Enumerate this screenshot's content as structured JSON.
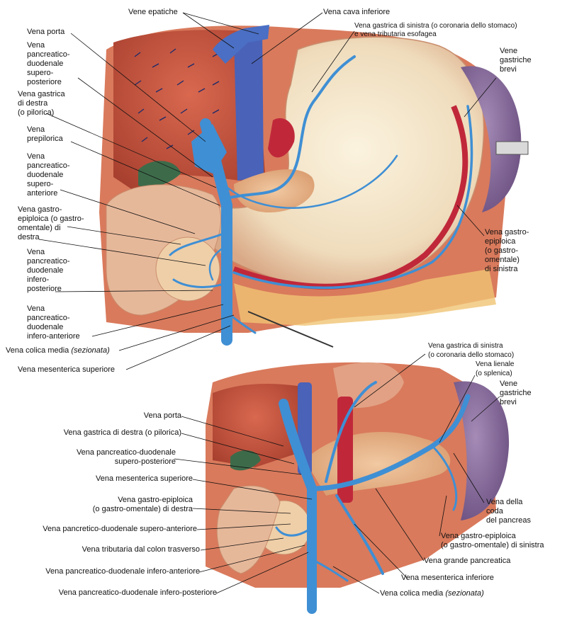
{
  "top": {
    "labels": {
      "vene_epatiche": "Vene epatiche",
      "vena_cava_inferiore": "Vena cava inferiore",
      "vena_gastrica_sinistra": "Vena gastrica di sinistra (o coronaria dello stomaco)",
      "vena_tributaria_esofagea": "e vena tributaria esofagea",
      "vene_gastriche_brevi": [
        "Vene",
        "gastriche",
        "brevi"
      ],
      "vena_porta": "Vena porta",
      "vena_pd_supero_posteriore": [
        "Vena",
        "pancreatico-",
        "duodenale",
        "supero-",
        "posteriore"
      ],
      "vena_gastrica_destra": [
        "Vena gastrica",
        "di destra",
        "(o pilorica)"
      ],
      "vena_prepilorica": [
        "Vena",
        "prepilorica"
      ],
      "vena_pd_supero_anteriore": [
        "Vena",
        "pancreatico-",
        "duodenale",
        "supero-",
        "anteriore"
      ],
      "vena_gastroepiploica_destra": [
        "Vena gastro-",
        "epiploica (o gastro-",
        "omentale) di",
        "destra"
      ],
      "vena_pd_infero_posteriore": [
        "Vena",
        "pancreatico-",
        "duodenale",
        "infero-",
        "posteriore"
      ],
      "vena_pd_infero_anteriore": [
        "Vena",
        "pancreatico-",
        "duodenale",
        "infero-anteriore"
      ],
      "vena_colica_media": "Vena colica media",
      "sezionata": "(sezionata)",
      "vena_mesenterica_superiore": "Vena mesenterica superiore",
      "vena_gastroepiploica_sinistra": [
        "Vena gastro-",
        "epiploica",
        "(o gastro-",
        "omentale)",
        "di sinistra"
      ]
    }
  },
  "bottom": {
    "labels": {
      "vena_gastrica_sinistra": [
        "Vena gastrica di sinistra",
        "(o coronaria dello stomaco)"
      ],
      "vena_lienale": [
        "Vena lienale",
        "(o splenica)"
      ],
      "vene_gastriche_brevi": [
        "Vene",
        "gastriche",
        "brevi"
      ],
      "vena_porta": "Vena porta",
      "vena_gastrica_destra": "Vena gastrica di destra (o pilorica)",
      "vena_pd_supero_posteriore": [
        "Vena pancreatico-duodenale",
        "supero-posteriore"
      ],
      "vena_mesenterica_superiore": "Vena mesenterica superiore",
      "vena_gastroepiploica_destra": [
        "Vena gastro-epiploica",
        "(o gastro-omentale) di destra"
      ],
      "vena_pd_supero_anteriore": "Vena pancretico-duodenale supero-anteriore",
      "vena_tributaria_colon": "Vena tributaria dal colon trasverso",
      "vena_pd_infero_anteriore": "Vena pancreatico-duodenale infero-anteriore",
      "vena_pd_infero_posteriore": "Vena pancreatico-duodenale infero-posteriore",
      "vena_coda_pancreas": [
        "Vena della",
        "coda",
        "del pancreas"
      ],
      "vena_gastroepiploica_sinistra": [
        "Vena gastro-epiploica",
        "(o gastro-omentale) di sinistra"
      ],
      "vena_grande_pancreatica": "Vena grande pancreatica",
      "vena_mesenterica_inferiore": "Vena mesenterica inferiore",
      "vena_colica_media": "Vena colica media",
      "sezionata": "(sezionata)"
    }
  },
  "colors": {
    "vein": "#3f8fd4",
    "vein_dark": "#2f5fb0",
    "liver": "#c8553f",
    "stomach": "#f2e4c8",
    "pancreas": "#e7b48e",
    "spleen": "#8a6b9e",
    "artery": "#c0283a"
  }
}
